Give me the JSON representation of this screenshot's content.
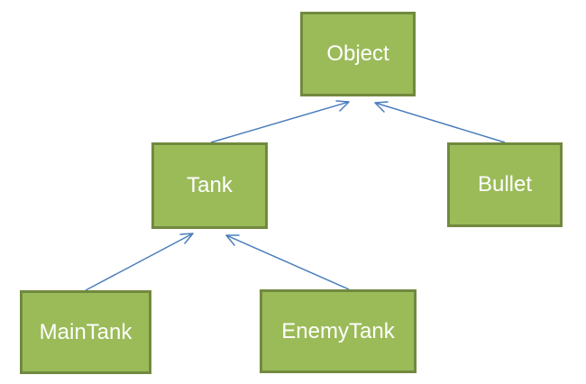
{
  "diagram": {
    "colors": {
      "node_fill": "#9bbb59",
      "node_border": "#71893f",
      "node_text": "#ffffff",
      "edge": "#4a7ebb"
    },
    "nodes": {
      "object": "Object",
      "tank": "Tank",
      "bullet": "Bullet",
      "main_tank": "MainTank",
      "enemy_tank": "EnemyTank"
    },
    "edges": [
      {
        "from": "tank",
        "to": "object"
      },
      {
        "from": "bullet",
        "to": "object"
      },
      {
        "from": "main_tank",
        "to": "tank"
      },
      {
        "from": "enemy_tank",
        "to": "tank"
      }
    ]
  }
}
